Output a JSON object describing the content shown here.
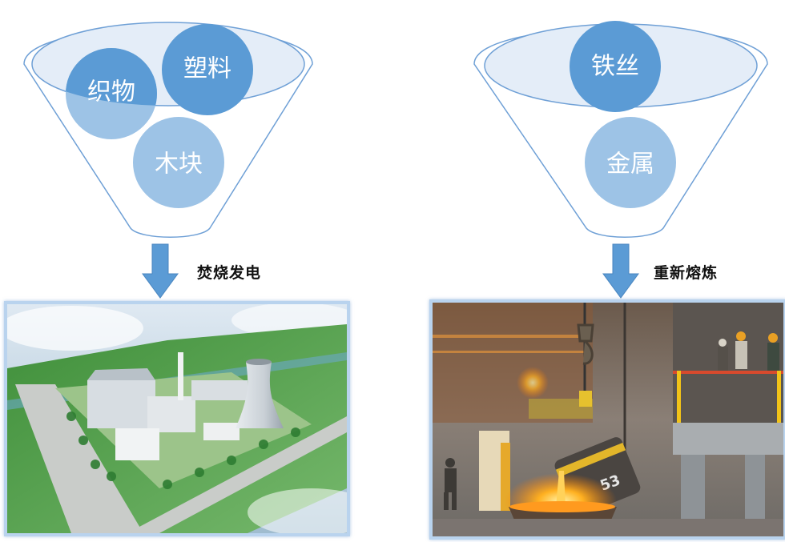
{
  "colors": {
    "funnel_stroke": "#6fa0d6",
    "funnel_rim_fill": "#e4edf8",
    "circle_dark": "#5b9bd5",
    "circle_light": "#9dc3e6",
    "arrow": "#5b9bd5",
    "frame": "#b9d3ee"
  },
  "left": {
    "funnel_items": [
      {
        "label": "织物",
        "tone": "dark-over-rim"
      },
      {
        "label": "塑料",
        "tone": "dark"
      },
      {
        "label": "木块",
        "tone": "light"
      }
    ],
    "process_label": "焚烧发电",
    "photo": {
      "subject": "waste-to-energy power plant aerial view"
    }
  },
  "right": {
    "funnel_items": [
      {
        "label": "铁丝",
        "tone": "dark"
      },
      {
        "label": "金属",
        "tone": "light"
      }
    ],
    "process_label": "重新熔炼",
    "photo": {
      "subject": "steel smelting plant with molten metal ladle",
      "ladle_number": "53"
    }
  }
}
